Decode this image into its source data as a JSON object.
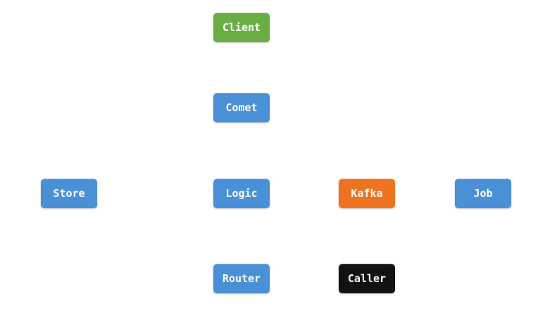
{
  "nodes": {
    "client": {
      "label": "Client",
      "color": "#6aad45"
    },
    "comet": {
      "label": "Comet",
      "color": "#4a90d6"
    },
    "store": {
      "label": "Store",
      "color": "#4a90d6"
    },
    "logic": {
      "label": "Logic",
      "color": "#4a90d6"
    },
    "kafka": {
      "label": "Kafka",
      "color": "#ee7320"
    },
    "job": {
      "label": "Job",
      "color": "#4a90d6"
    },
    "router": {
      "label": "Router",
      "color": "#4a90d6"
    },
    "caller": {
      "label": "Caller",
      "color": "#121212"
    }
  }
}
